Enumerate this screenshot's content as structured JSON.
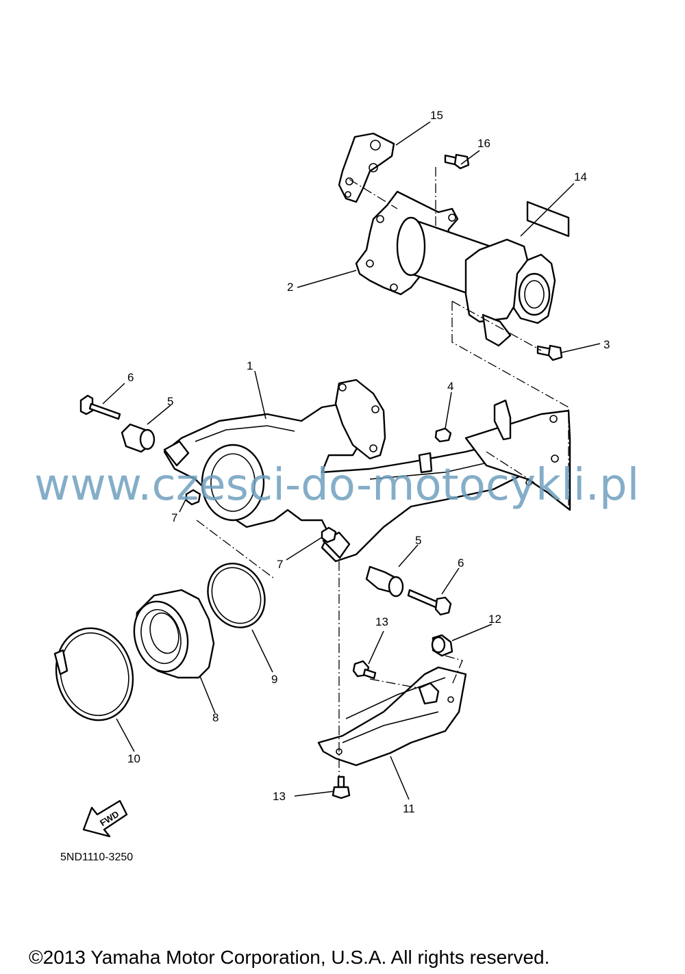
{
  "callouts": [
    "1",
    "2",
    "3",
    "4",
    "5",
    "5",
    "6",
    "6",
    "7",
    "7",
    "8",
    "9",
    "10",
    "11",
    "12",
    "13",
    "13",
    "14",
    "15",
    "16"
  ],
  "fwd_label": "FWD",
  "diagram_code": "5ND1110-3250",
  "watermark": "www.czesci-do-motocykli.pl",
  "copyright": "©2013 Yamaha Motor Corporation, U.S.A. All rights reserved."
}
